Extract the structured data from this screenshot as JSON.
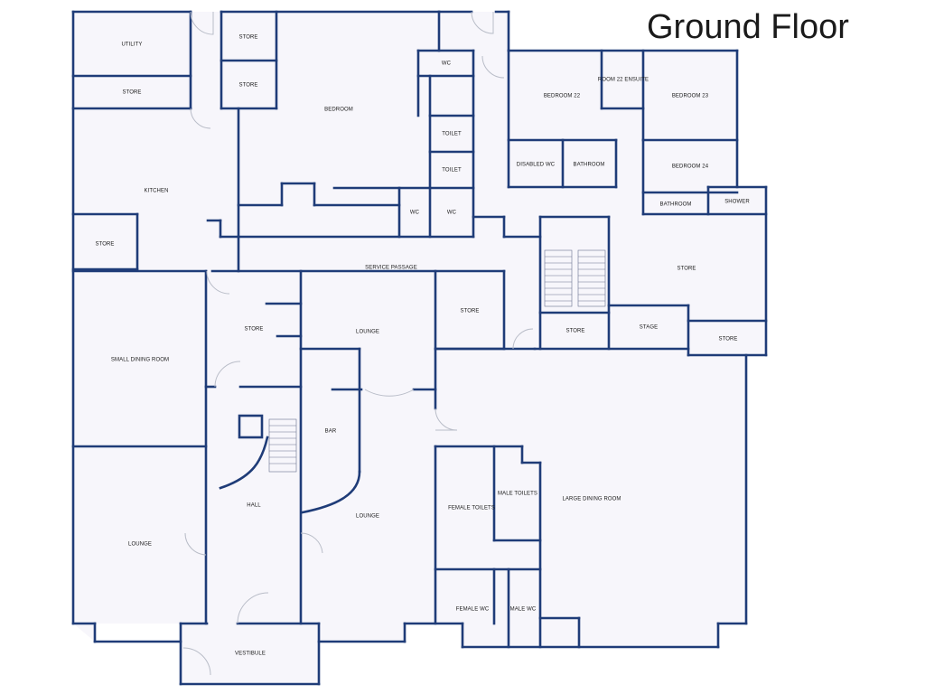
{
  "title": "Ground Floor",
  "rooms": {
    "utility": "UTILITY",
    "store_utility": "STORE",
    "store_top_a": "STORE",
    "store_top_b": "STORE",
    "bedroom": "BEDROOM",
    "wc_top": "WC",
    "toilet_a": "TOILET",
    "toilet_b": "TOILET",
    "wc_a": "WC",
    "wc_b": "WC",
    "bedroom_22": "BEDROOM 22",
    "room_22_ensuite": "ROOM 22 ENSUITE",
    "bedroom_23": "BEDROOM 23",
    "disabled_wc": "DISABLED WC",
    "bathroom_a": "BATHROOM",
    "bedroom_24": "BEDROOM 24",
    "bathroom_b": "BATHROOM",
    "shower": "SHOWER",
    "kitchen": "KITCHEN",
    "store_kitchen": "STORE",
    "service_passage": "SERVICE PASSAGE",
    "store_right": "STORE",
    "store_mid": "STORE",
    "store_hall": "STORE",
    "lounge_upper": "LOUNGE",
    "store_stairs": "STORE",
    "stage": "STAGE",
    "store_stage": "STORE",
    "small_dining_room": "SMALL DINING ROOM",
    "bar": "BAR",
    "hall": "HALL",
    "lounge_centre": "LOUNGE",
    "lounge_left": "LOUNGE",
    "female_toilets": "FEMALE TOILETS",
    "male_toilets": "MALE TOILETS",
    "large_dining_room": "LARGE DINING ROOM",
    "female_wc": "FEMALE WC",
    "male_wc": "MALE WC",
    "vestibule": "VESTIBULE"
  },
  "colors": {
    "wall": "#1f3c78",
    "floor": "#f7f6fb",
    "door_arc": "#b9bdc8"
  }
}
